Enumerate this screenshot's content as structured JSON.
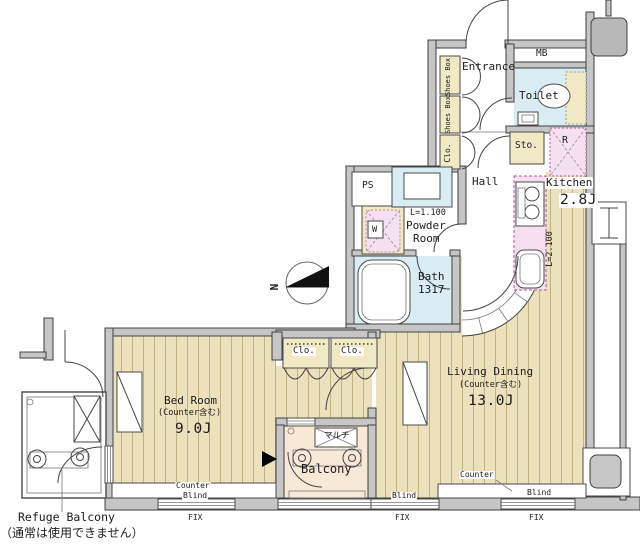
{
  "plan_title": "apartment-floor-plan",
  "colors": {
    "wall_gray": "#c6c6c6",
    "wood_floor": "#ece1bd",
    "plank_line": "#c2b183",
    "wet_room_blue": "#d9ecf1",
    "cabinet_cream": "#efe9c4",
    "counter_pink": "#f6dff0",
    "balcony_peach": "#f8e9d6",
    "outline": "#3f3f3f"
  },
  "rooms": {
    "entrance": "Entrance",
    "hall": "Hall",
    "toilet": "Toilet",
    "storage": "Sto.",
    "refrigerator_space": "R",
    "meter_box": "MB",
    "pipe_space": "PS",
    "washing_machine": "W",
    "shoes_box_upper": "Shoes Box",
    "shoes_box_lower": "Shoes Box",
    "entrance_closet": "Clo.",
    "kitchen": {
      "name": "Kitchen",
      "size": "2.8J",
      "counter_length": "L=2.100"
    },
    "powder_room": {
      "line1": "Powder",
      "line2": "Room",
      "counter_length": "L=1.100"
    },
    "bath": {
      "name": "Bath",
      "size": "1317"
    },
    "bed_room": {
      "name": "Bed Room",
      "note": "(Counter含む)",
      "size": "9.0J"
    },
    "living_dining": {
      "name": "Living Dining",
      "note": "(Counter含む)",
      "size": "13.0J"
    },
    "closet_left": "Clo.",
    "closet_right": "Clo.",
    "balcony": {
      "name": "Balcony",
      "multi_outlet": "マルチ"
    },
    "refuge_balcony": {
      "name": "Refuge Balcony",
      "note": "（通常は使用できません）"
    }
  },
  "window_labels": {
    "bedroom_counter": "Counter",
    "bedroom_blind": "Blind",
    "living_counter": "Counter",
    "living_blind_center": "Blind",
    "living_blind_right": "Blind",
    "fix_left": "FIX",
    "fix_center": "FIX",
    "fix_right": "FIX"
  },
  "compass": {
    "north": "N"
  }
}
